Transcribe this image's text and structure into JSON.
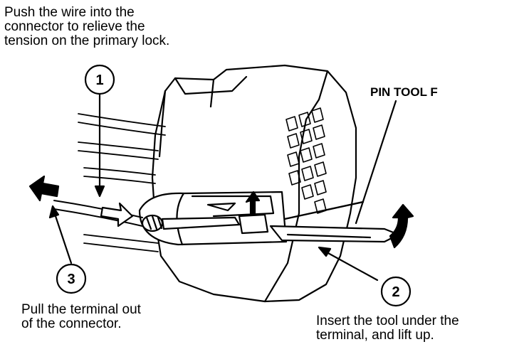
{
  "steps": [
    {
      "number": "1",
      "lines": [
        "Push the wire into the",
        "connector to relieve the",
        "tension on the primary lock."
      ]
    },
    {
      "number": "2",
      "lines": [
        "Insert the tool under the",
        "terminal, and lift up."
      ]
    },
    {
      "number": "3",
      "lines": [
        "Pull the terminal out",
        "of the connector."
      ]
    }
  ],
  "tool_label": "PIN TOOL F"
}
